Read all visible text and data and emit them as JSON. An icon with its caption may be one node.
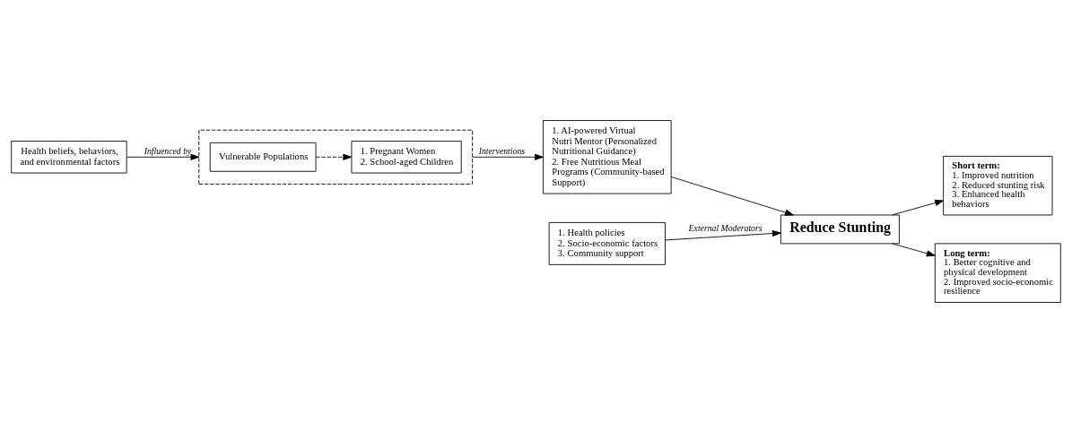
{
  "diagram": {
    "nodes": [
      {
        "text": [
          "Health beliefs, behaviors, and environmental factors"
        ]
      },
      {
        "text": [],
        "shape": "box"
      },
      {
        "text": [
          "Vulnerable Populations"
        ],
        "in": 1
      },
      {
        "text": [
          "1. Pregnant Women",
          "2. School-aged Children"
        ],
        "in": 1
      },
      {
        "text": [
          "1. AI-powered Virtual Nutri Mentor (Personalized Nutritional Guidance)",
          "2. Free Nutritious Meal Programs (Community-based Support)"
        ]
      },
      {
        "text": [
          "1. Health policies",
          "2. Socio-economic factors",
          "3. Community support"
        ]
      },
      {
        "text": [
          "Reduce Stunting"
        ]
      },
      {
        "text": [
          "Short term:",
          "1. Improved nutrition",
          "2. Reduced stunting risk",
          "3. Enhanced health behaviors"
        ]
      },
      {
        "text": [
          "Long term:",
          "1. Better cognitive and physical development",
          "2. Improved socio-economic resilience"
        ]
      }
    ],
    "edges": [
      {
        "from": 0,
        "to": 1,
        "arrow": "to",
        "label": "Influenced by"
      },
      {
        "from": 2,
        "to": 3,
        "arrow": "to",
        "style": "dashed"
      },
      {
        "from": 1,
        "to": 4,
        "arrow": "to",
        "label": "Interventions"
      },
      {
        "from": 4,
        "to": 6,
        "arrow": "to"
      },
      {
        "from": 5,
        "to": 6,
        "arrow": "to",
        "label": "External Moderators"
      },
      {
        "from": 6,
        "to": 7,
        "arrow": "to"
      },
      {
        "from": 6,
        "to": 8,
        "arrow": "to"
      }
    ]
  }
}
